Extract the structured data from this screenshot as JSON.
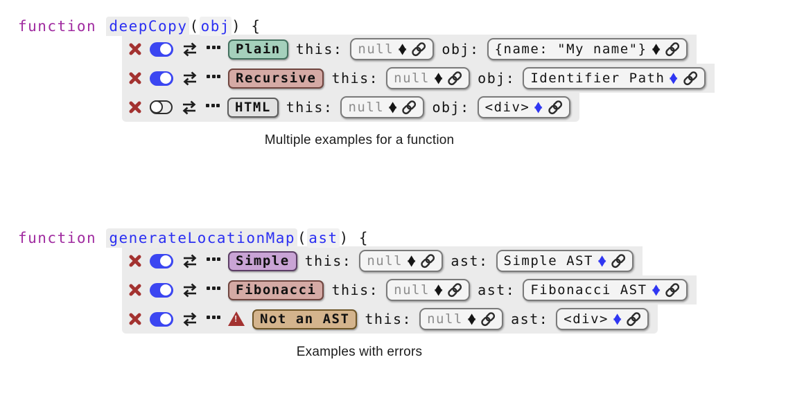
{
  "labels": {
    "this_label": "this:"
  },
  "icons": {
    "delete": "x-icon",
    "toggle": "toggle-icon",
    "swap": "swap-arrows-icon",
    "more": "ellipsis-icon",
    "warning": "warning-triangle-icon",
    "stepper": "stepper-up-down-icon",
    "link": "chain-link-icon"
  },
  "colors": {
    "panel_bg": "#ebebeb",
    "keyword": "#a02ba0",
    "identifier_blue": "#2b2ff2",
    "delete_red": "#a33230",
    "toggle_blue": "#3b46f1",
    "stepper_black": "#141414",
    "stepper_blue": "#2f36f2",
    "warning_red": "#a33230"
  },
  "sections": [
    {
      "signature": {
        "keyword": "function",
        "name": "deepCopy",
        "open_paren": "(",
        "param": "obj",
        "close_paren": ") {"
      },
      "arg_label": "obj:",
      "caption": "Multiple examples for a function",
      "rows": [
        {
          "name": "Plain",
          "badge_style": "background:#a5d0bc;border-color:#43705e",
          "toggle_class": "tog on",
          "this_value": "null",
          "this_class": "vtext muted",
          "this_arrow_style": "color:#141414",
          "arg_value": "{name: \"My name\"}",
          "arg_class": "vtext",
          "arg_arrow_style": "color:#141414"
        },
        {
          "name": "Recursive",
          "badge_style": "background:#d5aaa5;border-color:#6f453f",
          "toggle_class": "tog on",
          "this_value": "null",
          "this_class": "vtext muted",
          "this_arrow_style": "color:#141414",
          "arg_value": "Identifier Path",
          "arg_class": "vtext",
          "arg_arrow_style": "color:#2f36f2"
        },
        {
          "name": "HTML",
          "badge_style": "background:#e2e2e2;border-color:#5c5c5c",
          "toggle_class": "tog off",
          "this_value": "null",
          "this_class": "vtext muted",
          "this_arrow_style": "color:#141414",
          "arg_value": "<div>",
          "arg_class": "vtext",
          "arg_arrow_style": "color:#2f36f2"
        }
      ]
    },
    {
      "signature": {
        "keyword": "function",
        "name": "generateLocationMap",
        "open_paren": "(",
        "param": "ast",
        "close_paren": ") {"
      },
      "arg_label": "ast:",
      "caption": "Examples with errors",
      "rows": [
        {
          "name": "Simple",
          "badge_style": "background:#c9a4d5;border-color:#5c3f66",
          "toggle_class": "tog on",
          "this_value": "null",
          "this_class": "vtext muted",
          "this_arrow_style": "color:#141414",
          "arg_value": "Simple AST",
          "arg_class": "vtext",
          "arg_arrow_style": "color:#2f36f2"
        },
        {
          "name": "Fibonacci",
          "badge_style": "background:#d5aaa5;border-color:#6f453f",
          "toggle_class": "tog on",
          "this_value": "null",
          "this_class": "vtext muted",
          "this_arrow_style": "color:#141414",
          "arg_value": "Fibonacci AST",
          "arg_class": "vtext",
          "arg_arrow_style": "color:#2f36f2"
        },
        {
          "name": "Not an AST",
          "badge_style": "background:#d4b48d;border-color:#6e5527",
          "toggle_class": "tog on",
          "has_error": true,
          "this_value": "null",
          "this_class": "vtext muted",
          "this_arrow_style": "color:#141414",
          "arg_value": "<div>",
          "arg_class": "vtext",
          "arg_arrow_style": "color:#2f36f2"
        }
      ]
    }
  ]
}
